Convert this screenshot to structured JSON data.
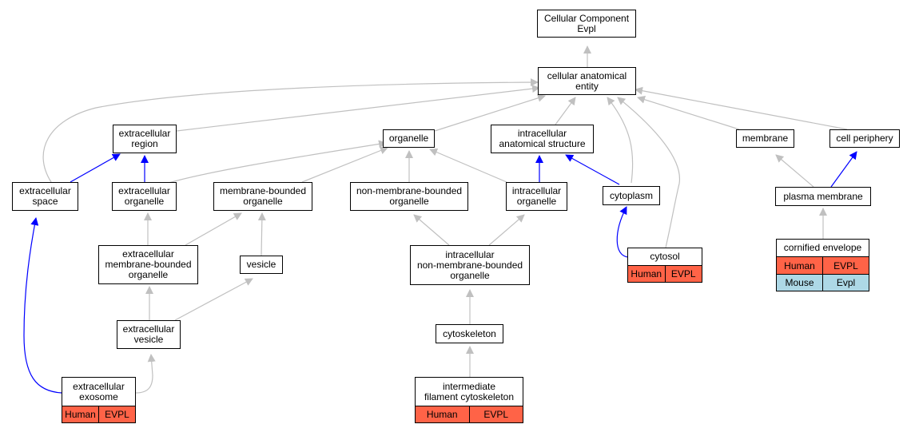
{
  "colors": {
    "gray_edge": "#c0c0c0",
    "blue_edge": "#0000ff",
    "human_fill": "#ff6347",
    "mouse_fill": "#add8e6"
  },
  "nodes": {
    "root": "Cellular Component\nEvpl",
    "cae": "cellular anatomical\nentity",
    "extracellular_region": "extracellular\nregion",
    "organelle": "organelle",
    "intracellular_anatomical_structure": "intracellular\nanatomical structure",
    "membrane": "membrane",
    "cell_periphery": "cell periphery",
    "extracellular_space": "extracellular\nspace",
    "extracellular_organelle": "extracellular\norganelle",
    "membrane_bounded_organelle": "membrane-bounded\norganelle",
    "non_membrane_bounded_organelle": "non-membrane-bounded\norganelle",
    "intracellular_organelle": "intracellular\norganelle",
    "cytoplasm": "cytoplasm",
    "plasma_membrane": "plasma membrane",
    "extracellular_mbo": "extracellular\nmembrane-bounded\norganelle",
    "vesicle": "vesicle",
    "intracellular_nmbo": "intracellular\nnon-membrane-bounded\norganelle",
    "extracellular_vesicle": "extracellular\nvesicle",
    "cytoskeleton": "cytoskeleton"
  },
  "annotated": {
    "cytosol": {
      "title": "cytosol",
      "rows": [
        {
          "species": "Human",
          "gene": "EVPL"
        }
      ]
    },
    "cornified_envelope": {
      "title": "cornified envelope",
      "rows": [
        {
          "species": "Human",
          "gene": "EVPL"
        },
        {
          "species": "Mouse",
          "gene": "Evpl"
        }
      ]
    },
    "extracellular_exosome": {
      "title": "extracellular\nexosome",
      "rows": [
        {
          "species": "Human",
          "gene": "EVPL"
        }
      ]
    },
    "intermediate_filament_cytoskeleton": {
      "title": "intermediate\nfilament cytoskeleton",
      "rows": [
        {
          "species": "Human",
          "gene": "EVPL"
        }
      ]
    }
  }
}
